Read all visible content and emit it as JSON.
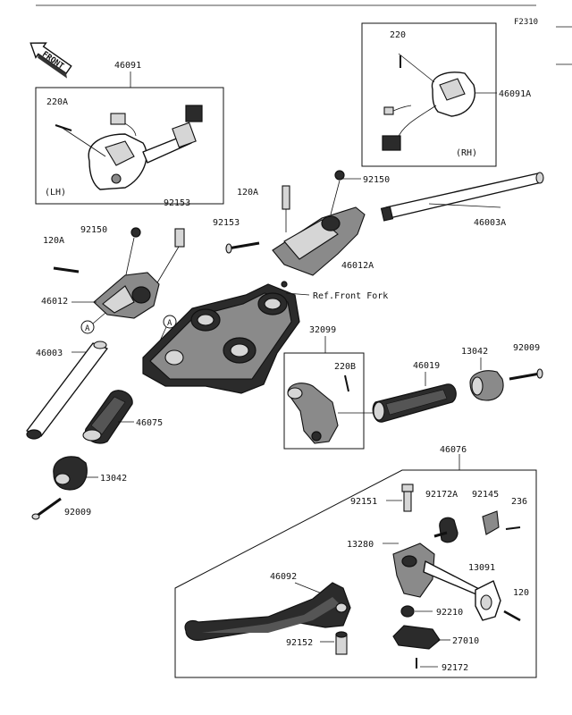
{
  "figure_code": "F2310",
  "front_label": "FRONT",
  "ref_marker": "A",
  "note_front_fork": "Ref.Front Fork",
  "side_lh": "(LH)",
  "side_rh": "(RH)",
  "parts": {
    "p46091": "46091",
    "p220A": "220A",
    "p220": "220",
    "p46091A": "46091A",
    "p92150_r": "92150",
    "p120A_r": "120A",
    "p46003A": "46003A",
    "p92153_r": "92153",
    "p46012A": "46012A",
    "p92150_l": "92150",
    "p92153_l": "92153",
    "p120A_l": "120A",
    "p46012": "46012",
    "p46003": "46003",
    "p46075": "46075",
    "p13042_l": "13042",
    "p92009_l": "92009",
    "p32099": "32099",
    "p220B": "220B",
    "p46019": "46019",
    "p13042_r": "13042",
    "p92009_r": "92009",
    "p46076": "46076",
    "p92151": "92151",
    "p92172A": "92172A",
    "p92145": "92145",
    "p236": "236",
    "p13280": "13280",
    "p46092": "46092",
    "p13091": "13091",
    "p120": "120",
    "p92210": "92210",
    "p92152": "92152",
    "p27010": "27010",
    "p92172": "92172"
  }
}
